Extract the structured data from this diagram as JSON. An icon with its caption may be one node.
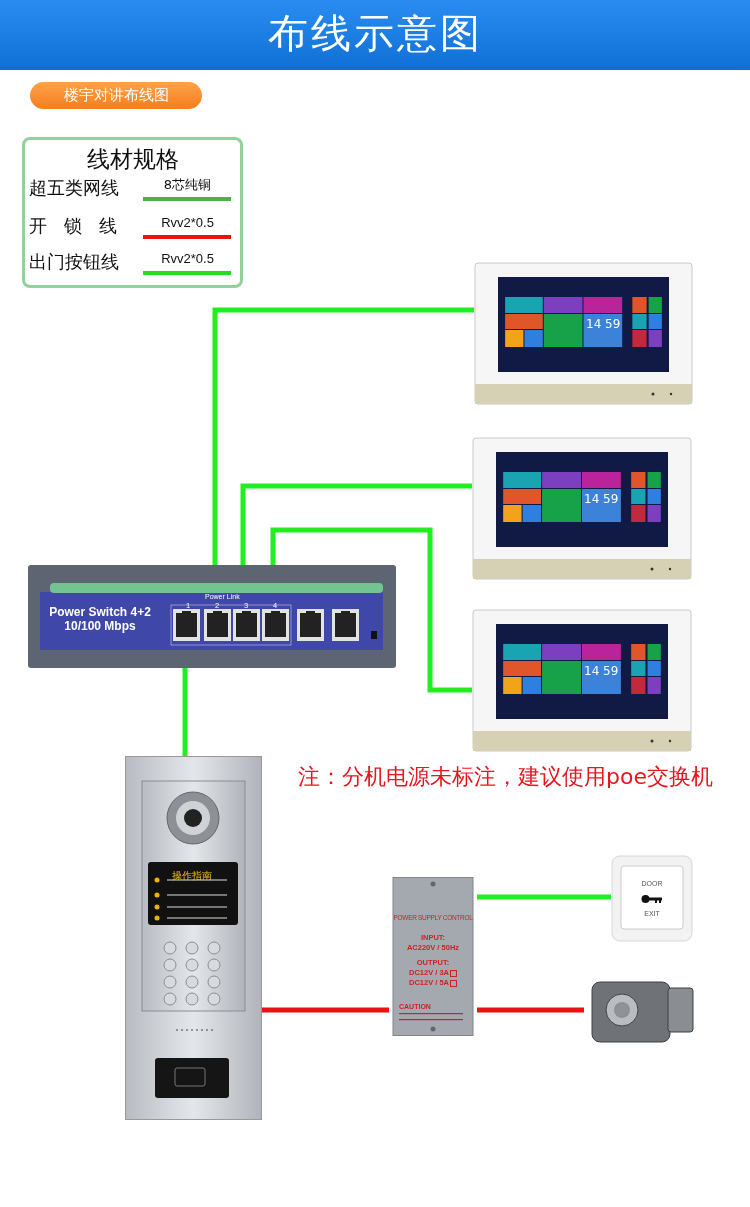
{
  "diagram": {
    "title": "布线示意图",
    "nodes": [
      {
        "text": [
          "Power Switch 4+2 10/100 Mbps"
        ]
      },
      {
        "text": [],
        "shape": "picture"
      },
      {
        "text": [],
        "shape": "picture"
      },
      {
        "text": [],
        "shape": "picture"
      },
      {
        "text": [],
        "shape": "picture"
      },
      {
        "text": [
          "POWER SUPPLY CONTROL",
          "INPUT:",
          "AC220V / 50Hz",
          "OUTPUT:",
          "DC12V / 3A",
          "DC12V / 5A",
          "CAUTION"
        ]
      },
      {
        "text": [
          "DOOR",
          "EXIT"
        ]
      },
      {
        "text": [],
        "shape": "picture"
      }
    ],
    "edges": [
      {
        "from": 0,
        "to": 1,
        "arrow": "none"
      },
      {
        "from": 0,
        "to": 2,
        "arrow": "none"
      },
      {
        "from": 0,
        "to": 3,
        "arrow": "none"
      },
      {
        "from": 0,
        "to": 4,
        "arrow": "none"
      },
      {
        "from": 4,
        "to": 5,
        "arrow": "none",
        "color": "#ee1111"
      },
      {
        "from": 5,
        "to": 6,
        "arrow": "none"
      },
      {
        "from": 5,
        "to": 7,
        "arrow": "none",
        "color": "#ee1111"
      }
    ],
    "labels": [
      "楼宇对讲布线图",
      "线材规格",
      "8芯纯铜",
      "Rvv2*0.5",
      "Rvv2*0.5",
      "Power Link",
      "1",
      "2",
      "3",
      "4",
      "14 59",
      "14 59",
      "14 59",
      "注：分机电源未标注，建议使用poe交换机",
      "操作指南"
    ],
    "legend": [
      {
        "text": "超五类网线",
        "color": "#4caf50"
      },
      {
        "text": "开锁线",
        "color": "#ee1111"
      },
      {
        "text": "出门按钮线",
        "color": "#22dd22"
      }
    ]
  }
}
